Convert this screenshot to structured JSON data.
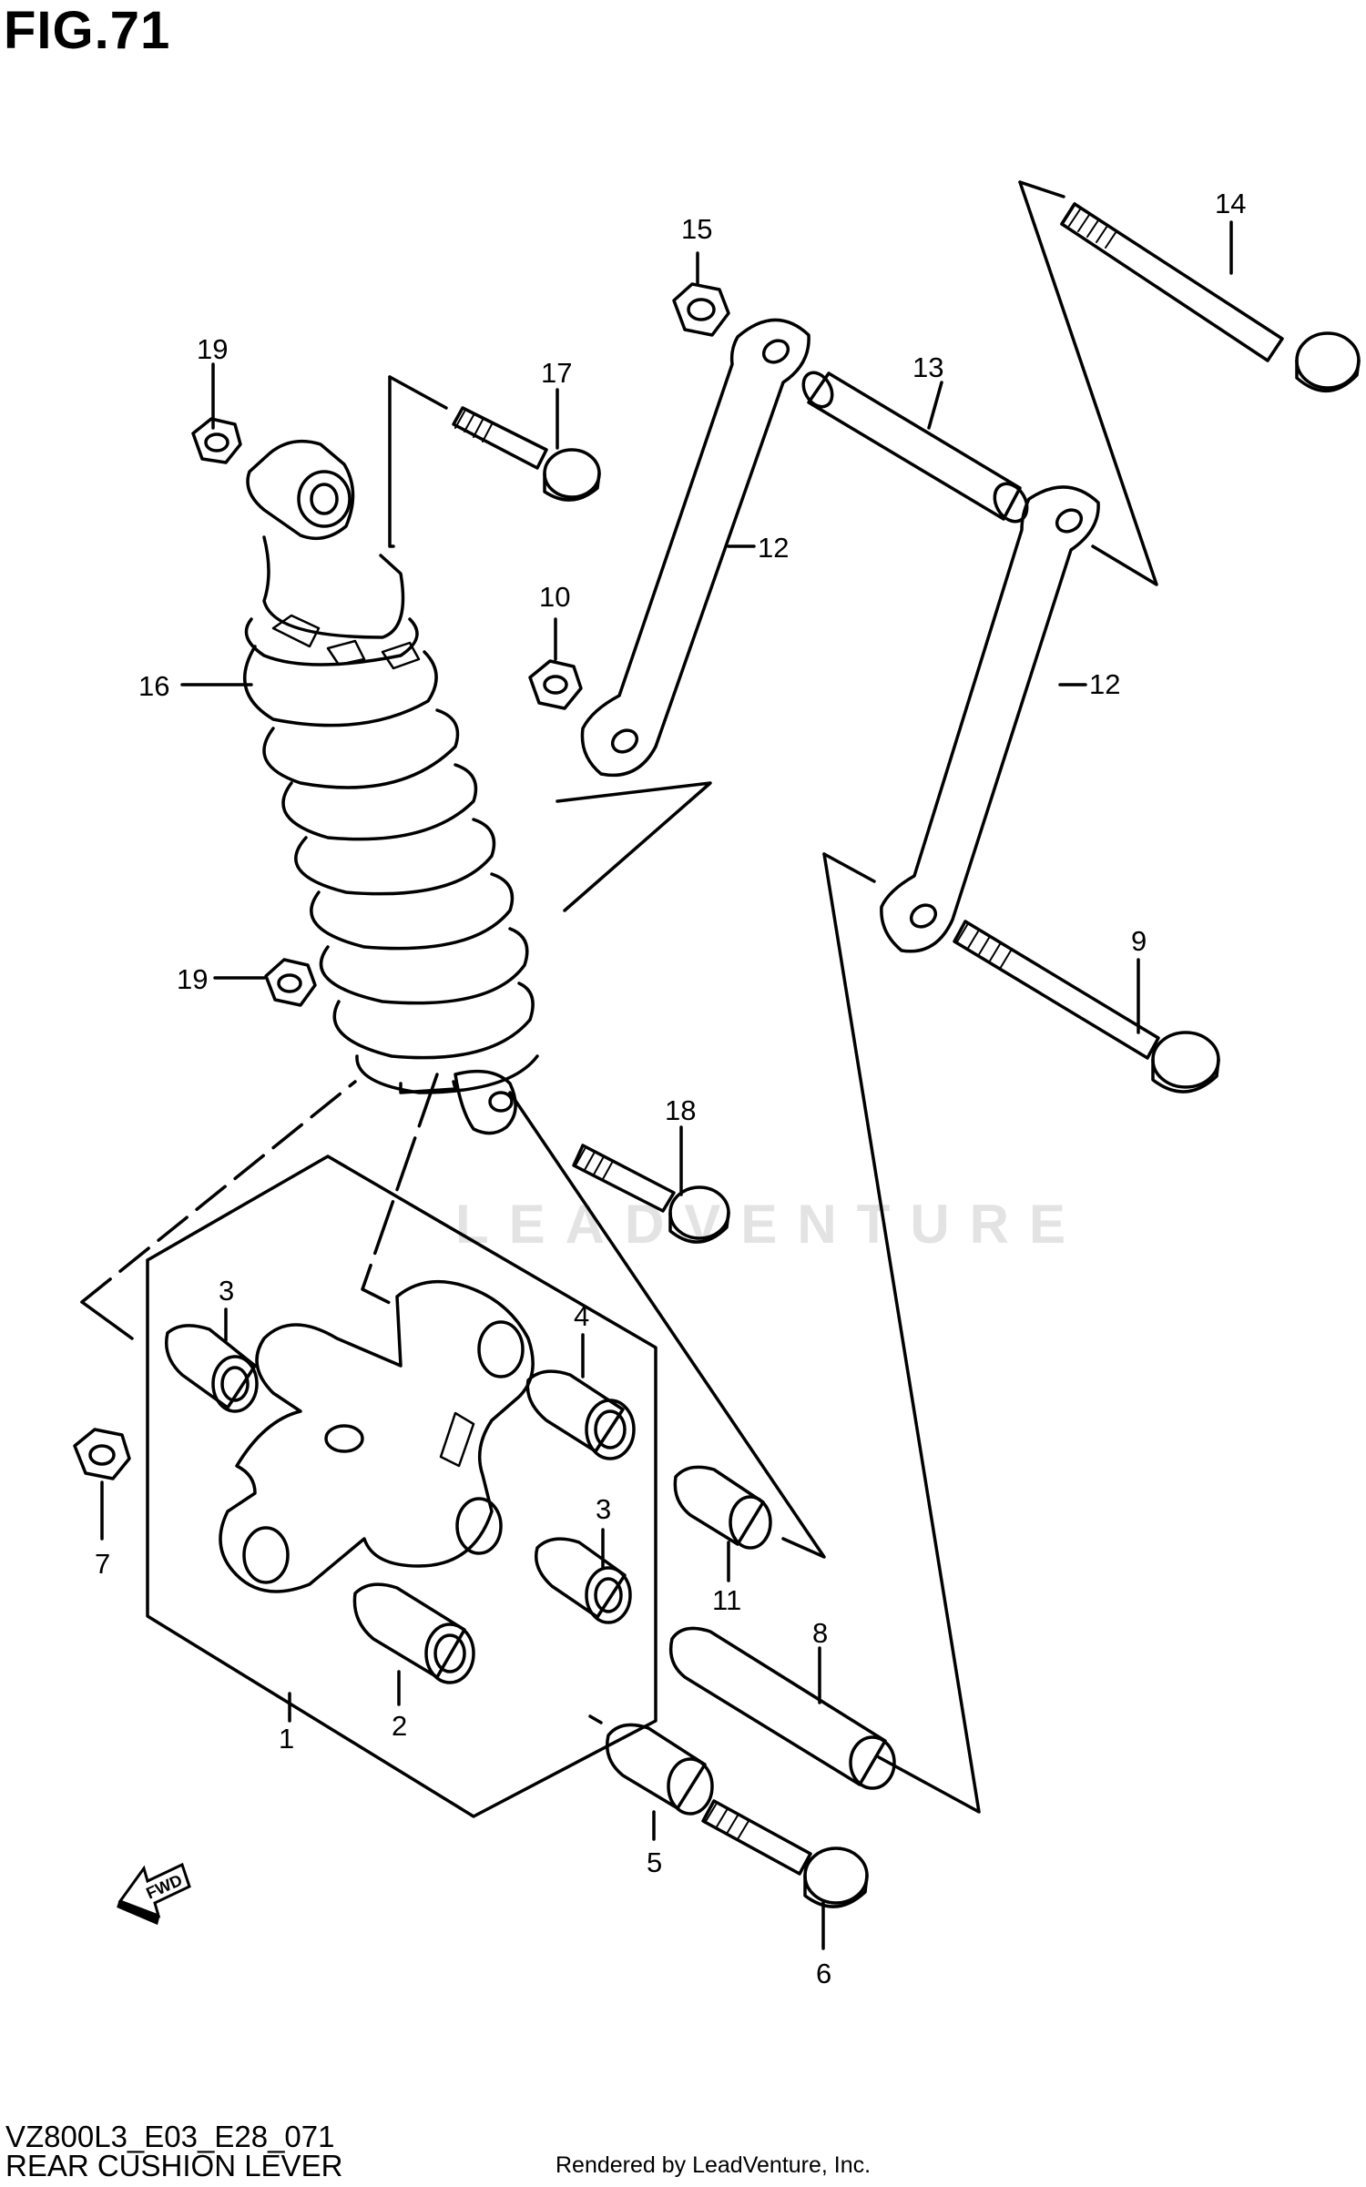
{
  "figure": {
    "title": "FIG.71"
  },
  "footer": {
    "code": "VZ800L3_E03_E28_071",
    "name": "REAR CUSHION LEVER",
    "credit": "Rendered by LeadVenture, Inc."
  },
  "watermark": {
    "text": "LEADVENTURE"
  },
  "fwd_label": "FWD",
  "callouts": [
    "1",
    "2",
    "3",
    "3",
    "4",
    "5",
    "6",
    "7",
    "8",
    "9",
    "10",
    "11",
    "12",
    "12",
    "13",
    "14",
    "15",
    "16",
    "17",
    "18",
    "19",
    "19"
  ]
}
